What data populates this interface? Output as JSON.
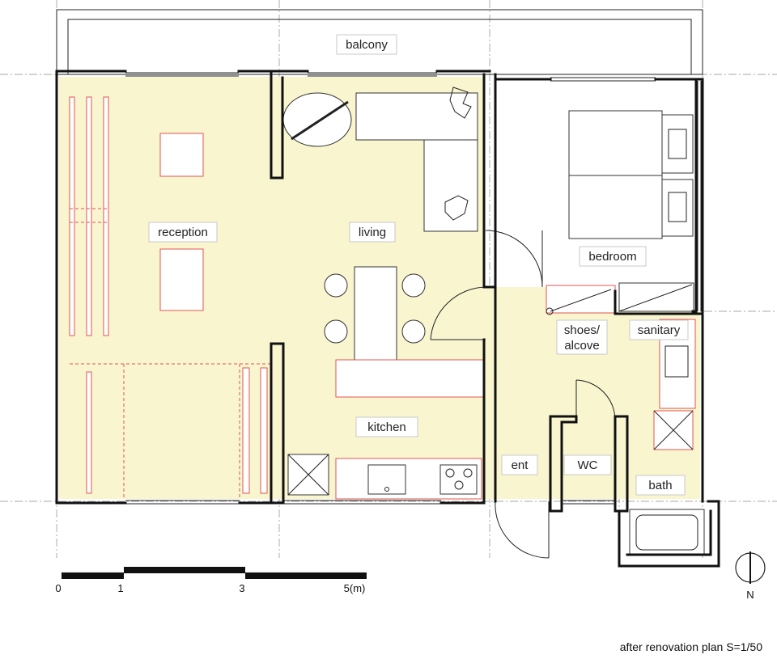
{
  "rooms": {
    "balcony": "balcony",
    "reception": "reception",
    "living": "living",
    "bedroom": "bedroom",
    "shoes_alcove_line1": "shoes/",
    "shoes_alcove_line2": "alcove",
    "sanitary": "sanitary",
    "kitchen": "kitchen",
    "ent": "ent",
    "wc": "WC",
    "bath": "bath"
  },
  "scale_bar": {
    "ticks": [
      "0",
      "1",
      "3",
      "5(m)"
    ]
  },
  "compass": {
    "north": "N"
  },
  "caption": "after renovation plan S=1/50",
  "colors": {
    "floor_highlight": "#f8f5cf",
    "wall": "#111111",
    "annotation_red": "#e25454"
  }
}
